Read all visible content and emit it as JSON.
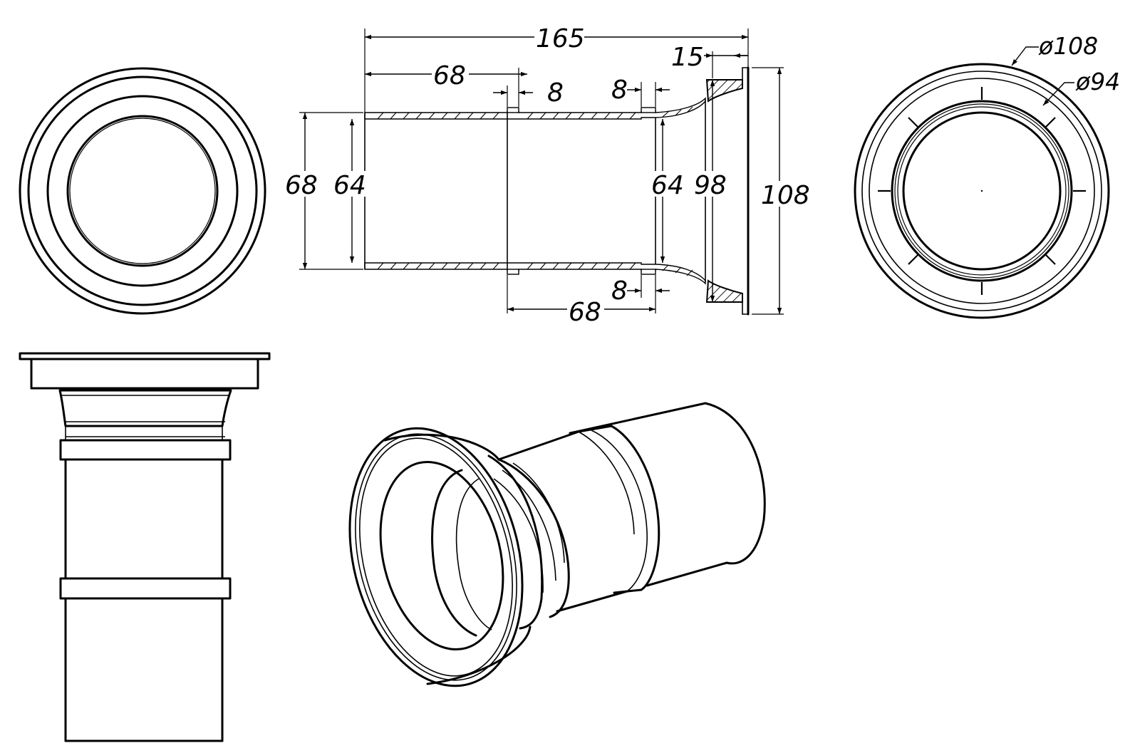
{
  "dimensions": {
    "overall_length": "165",
    "pipe_segment_1": "68",
    "pipe_segment_2": "68",
    "collar_width_top": "8",
    "collar_width_mid": "8",
    "collar_width_bottom": "8",
    "flange_thickness": "15",
    "outer_dia_left": "68",
    "inner_dia_left": "64",
    "inner_dia_right": "64",
    "bell_dia": "98",
    "flange_dia": "108",
    "phi_outer": "ø108",
    "phi_inner": "ø94"
  }
}
